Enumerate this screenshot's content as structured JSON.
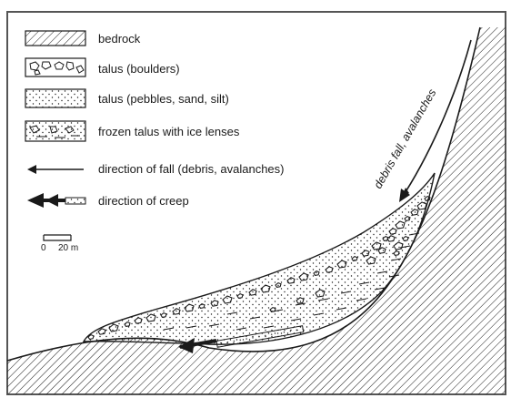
{
  "legend": {
    "items": [
      {
        "symbol": "bedrock-hatch",
        "label": "bedrock"
      },
      {
        "symbol": "boulders",
        "label": "talus (boulders)"
      },
      {
        "symbol": "dots",
        "label": "talus (pebbles, sand, silt)"
      },
      {
        "symbol": "frozen-talus",
        "label": "frozen talus with ice lenses"
      },
      {
        "symbol": "thin-arrow",
        "label": "direction of fall (debris, avalanches)"
      },
      {
        "symbol": "creep-arrow",
        "label": "direction of creep"
      }
    ]
  },
  "scale": {
    "zero": "0",
    "length": "20 m"
  },
  "annotation": {
    "slope_label": "debris fall, avalanches"
  },
  "colors": {
    "ink": "#1a1a1a",
    "frame": "#555555",
    "background": "#ffffff"
  }
}
